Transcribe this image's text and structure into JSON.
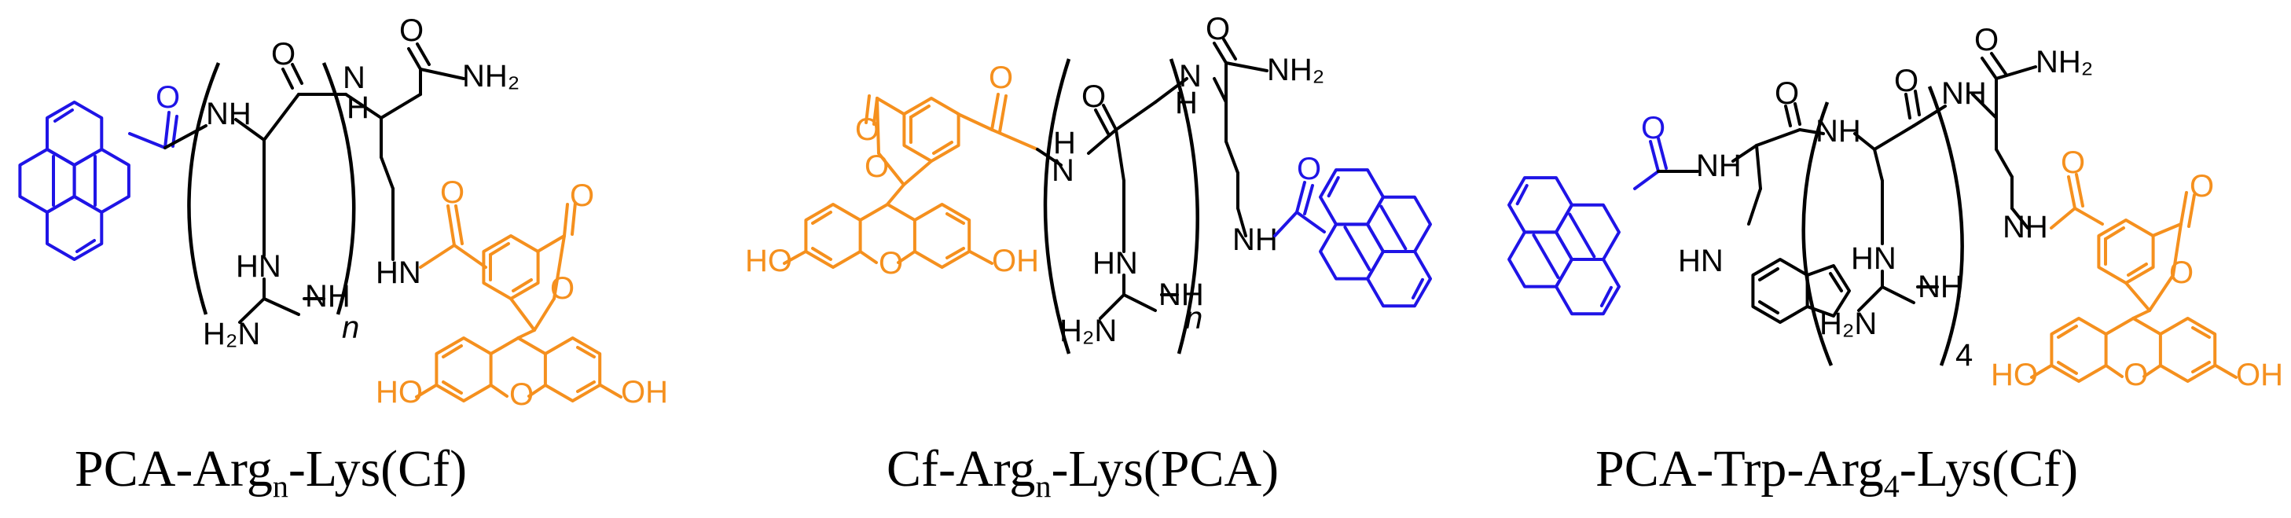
{
  "colors": {
    "backbone": "#000000",
    "pyrene": "#1f14e6",
    "fluorescein": "#f5901e"
  },
  "atoms": {
    "nh": "NH",
    "n": "N",
    "h": "H",
    "o": "O",
    "h2n": "H₂N",
    "nh2": "NH₂",
    "ho": "HO",
    "oh": "OH",
    "hn": "HN"
  },
  "repeats": {
    "n": "n",
    "four": "4"
  },
  "captions": [
    {
      "pre": "PCA-Arg",
      "sub": "n",
      "post": "-Lys(Cf)"
    },
    {
      "pre": "Cf-Arg",
      "sub": "n",
      "post": "-Lys(PCA)"
    },
    {
      "pre": "PCA-Trp-Arg",
      "sub": "4",
      "post": "-Lys(Cf)"
    }
  ],
  "icons": {
    "pyrene": "pyrene-ring-icon",
    "fluorescein": "fluorescein-ring-icon",
    "indole": "indole-ring-icon"
  }
}
